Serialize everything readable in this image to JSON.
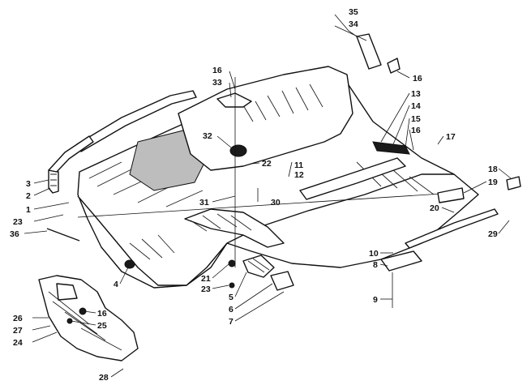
{
  "callouts": [
    {
      "id": "c35",
      "text": "35"
    },
    {
      "id": "c34",
      "text": "34"
    },
    {
      "id": "c16a",
      "text": "16"
    },
    {
      "id": "c16b",
      "text": "16"
    },
    {
      "id": "c33",
      "text": "33"
    },
    {
      "id": "c13",
      "text": "13"
    },
    {
      "id": "c14",
      "text": "14"
    },
    {
      "id": "c15",
      "text": "15"
    },
    {
      "id": "c16c",
      "text": "16"
    },
    {
      "id": "c17",
      "text": "17"
    },
    {
      "id": "c32",
      "text": "32"
    },
    {
      "id": "c22",
      "text": "22"
    },
    {
      "id": "c11",
      "text": "11"
    },
    {
      "id": "c12",
      "text": "12"
    },
    {
      "id": "c3",
      "text": "3"
    },
    {
      "id": "c2",
      "text": "2"
    },
    {
      "id": "c1",
      "text": "1"
    },
    {
      "id": "c23a",
      "text": "23"
    },
    {
      "id": "c36",
      "text": "36"
    },
    {
      "id": "c31",
      "text": "31"
    },
    {
      "id": "c30",
      "text": "30"
    },
    {
      "id": "c18",
      "text": "18"
    },
    {
      "id": "c19",
      "text": "19"
    },
    {
      "id": "c20",
      "text": "20"
    },
    {
      "id": "c29",
      "text": "29"
    },
    {
      "id": "c4",
      "text": "4"
    },
    {
      "id": "c21",
      "text": "21"
    },
    {
      "id": "c23b",
      "text": "23"
    },
    {
      "id": "c5",
      "text": "5"
    },
    {
      "id": "c6",
      "text": "6"
    },
    {
      "id": "c7",
      "text": "7"
    },
    {
      "id": "c10",
      "text": "10"
    },
    {
      "id": "c8",
      "text": "8"
    },
    {
      "id": "c9",
      "text": "9"
    },
    {
      "id": "c16d",
      "text": "16"
    },
    {
      "id": "c26",
      "text": "26"
    },
    {
      "id": "c25",
      "text": "25"
    },
    {
      "id": "c27",
      "text": "27"
    },
    {
      "id": "c24",
      "text": "24"
    },
    {
      "id": "c28",
      "text": "28"
    }
  ]
}
